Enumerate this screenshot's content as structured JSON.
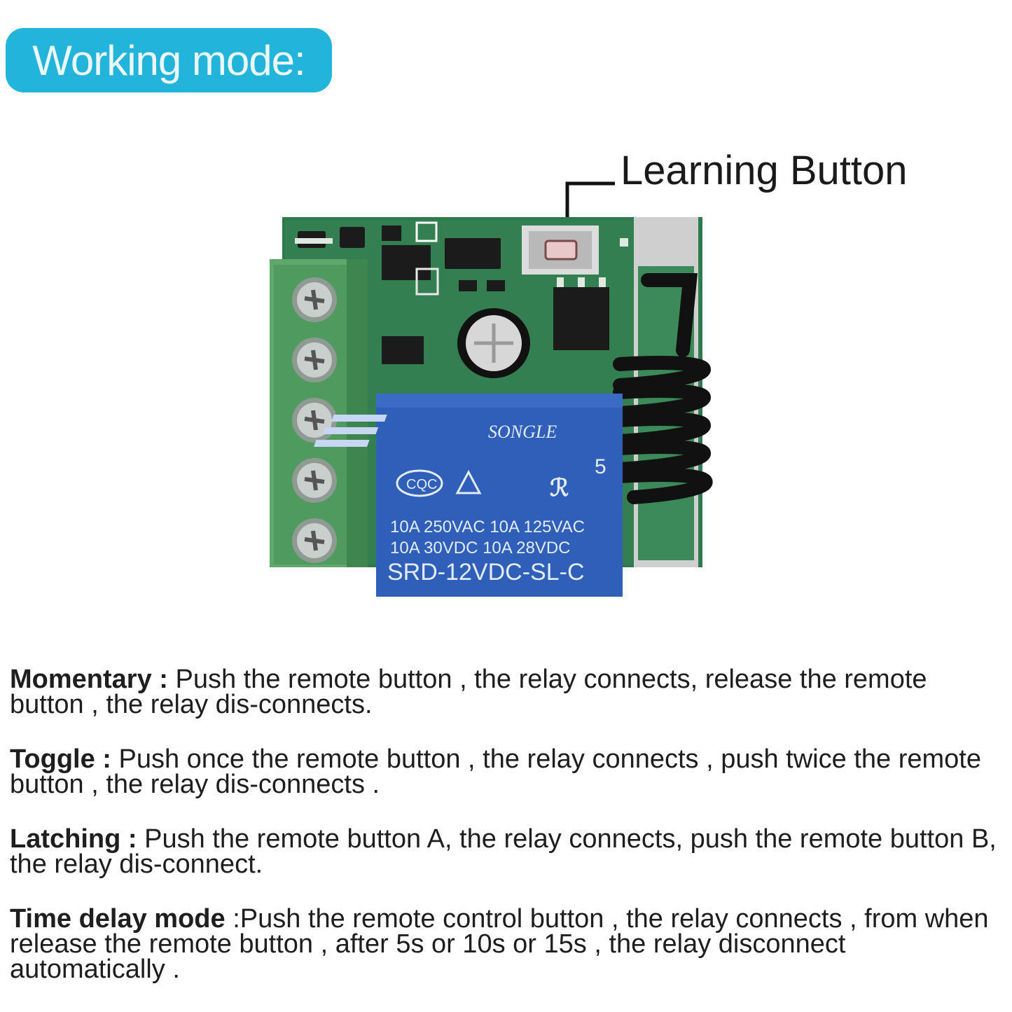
{
  "header": {
    "badge_text": "Working mode:"
  },
  "callout": {
    "label": "Learning Button"
  },
  "relay": {
    "brand": "SONGLE",
    "cert": "CQC",
    "pin_count": "5",
    "rating_line_1": "10A 250VAC  10A 125VAC",
    "rating_line_2": "10A 30VDC  10A 28VDC",
    "model": "SRD-12VDC-SL-C"
  },
  "modes": [
    {
      "term": "Momentary :",
      "text": " Push the remote button , the relay connects, release the remote button , the relay dis-connects."
    },
    {
      "term": "Toggle :",
      "text": " Push once the remote button , the relay connects , push twice the remote button , the relay dis-connects ."
    },
    {
      "term": "Latching :",
      "text": " Push the remote button A, the relay connects, push the remote button B, the relay dis-connect."
    },
    {
      "term": "Time delay mode",
      "text": " :Push the remote control button , the relay connects , from when release the remote button , after 5s or 10s or 15s , the relay disconnect automatically ."
    }
  ],
  "colors": {
    "badge": "#23b4dc",
    "pcb": "#2f7a4c",
    "terminal_block": "#4f9a5f",
    "relay": "#2f5fb8"
  }
}
